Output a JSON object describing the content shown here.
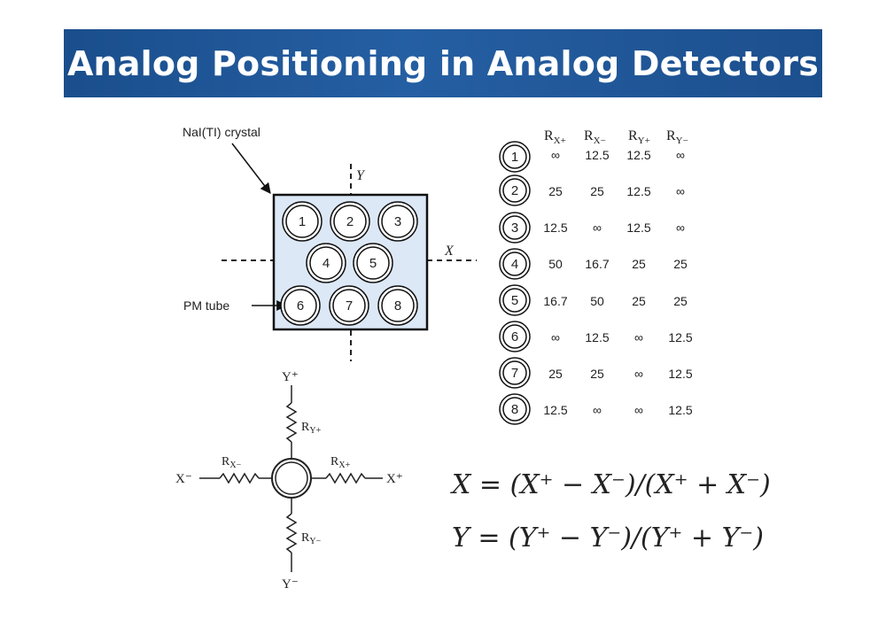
{
  "title": "Analog Positioning in Analog Detectors",
  "detector": {
    "crystal_label": "NaI(TI) crystal",
    "pm_tube_label": "PM tube",
    "axis_x": "X",
    "axis_y": "Y",
    "tubes": [
      "1",
      "2",
      "3",
      "4",
      "5",
      "6",
      "7",
      "8"
    ]
  },
  "table": {
    "headers": [
      {
        "base": "R",
        "sub": "X+"
      },
      {
        "base": "R",
        "sub": "X−"
      },
      {
        "base": "R",
        "sub": "Y+"
      },
      {
        "base": "R",
        "sub": "Y−"
      }
    ],
    "rows": [
      {
        "tube": "1",
        "values": [
          "∞",
          "12.5",
          "12.5",
          "∞"
        ]
      },
      {
        "tube": "2",
        "values": [
          "25",
          "25",
          "12.5",
          "∞"
        ]
      },
      {
        "tube": "3",
        "values": [
          "12.5",
          "∞",
          "12.5",
          "∞"
        ]
      },
      {
        "tube": "4",
        "values": [
          "50",
          "16.7",
          "25",
          "25"
        ]
      },
      {
        "tube": "5",
        "values": [
          "16.7",
          "50",
          "25",
          "25"
        ]
      },
      {
        "tube": "6",
        "values": [
          "∞",
          "12.5",
          "∞",
          "12.5"
        ]
      },
      {
        "tube": "7",
        "values": [
          "25",
          "25",
          "∞",
          "12.5"
        ]
      },
      {
        "tube": "8",
        "values": [
          "12.5",
          "∞",
          "∞",
          "12.5"
        ]
      }
    ]
  },
  "circuit": {
    "y_plus": "Y⁺",
    "y_minus": "Y⁻",
    "x_plus": "X⁺",
    "x_minus": "X⁻",
    "r_y_plus": {
      "base": "R",
      "sub": "Y+"
    },
    "r_y_minus": {
      "base": "R",
      "sub": "Y−"
    },
    "r_x_plus": {
      "base": "R",
      "sub": "X+"
    },
    "r_x_minus": {
      "base": "R",
      "sub": "X−"
    }
  },
  "equations": {
    "x": "X = (X⁺ − X⁻)/(X⁺ + X⁻)",
    "y": "Y = (Y⁺ − Y⁻)/(Y⁺ + Y⁻)"
  }
}
